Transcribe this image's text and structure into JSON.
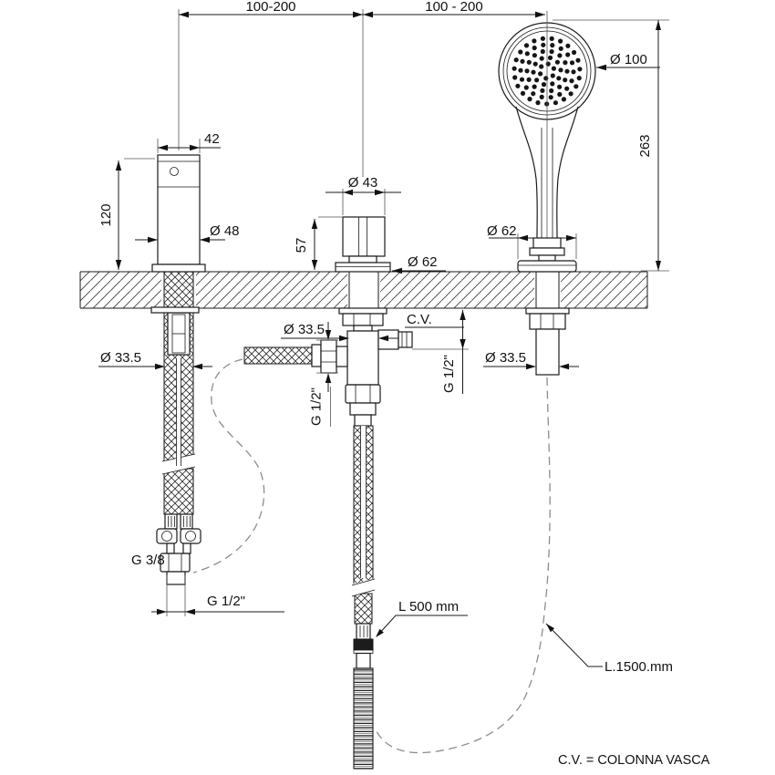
{
  "drawing": {
    "title_hint": "bath-rim mixer with spout and hand shower installation drawing",
    "legend": "C.V. = COLONNA VASCA",
    "dims": {
      "span_left": "100-200",
      "span_right": "100 - 200",
      "shower_height": "263",
      "spout_width": "42",
      "spout_height": "120",
      "spout_diameter": "Ø 48",
      "knob_diameter": "Ø 43",
      "knob_height": "57",
      "mixer_base_diameter": "Ø 62",
      "holder_base_diameter": "Ø 62",
      "head_diameter": "Ø 100",
      "spout_shank_diameter": "Ø 33.5",
      "mixer_shank_diameter": "Ø 33.5",
      "holder_shank_diameter": "Ø 33.5",
      "column_label": "C.V.",
      "column_thread": "G 1/2\"",
      "inlet_thread": "G 1/2\"",
      "supply_nut_thread": "G 3/8",
      "supply_outlet_thread": "G 1/2\"",
      "supply_hose_length": "L 500 mm",
      "shower_hose_length": "L.1500.mm"
    },
    "colors": {
      "line": "#1a1a1a",
      "dashed": "#8c8c8c",
      "background": "#ffffff"
    }
  }
}
